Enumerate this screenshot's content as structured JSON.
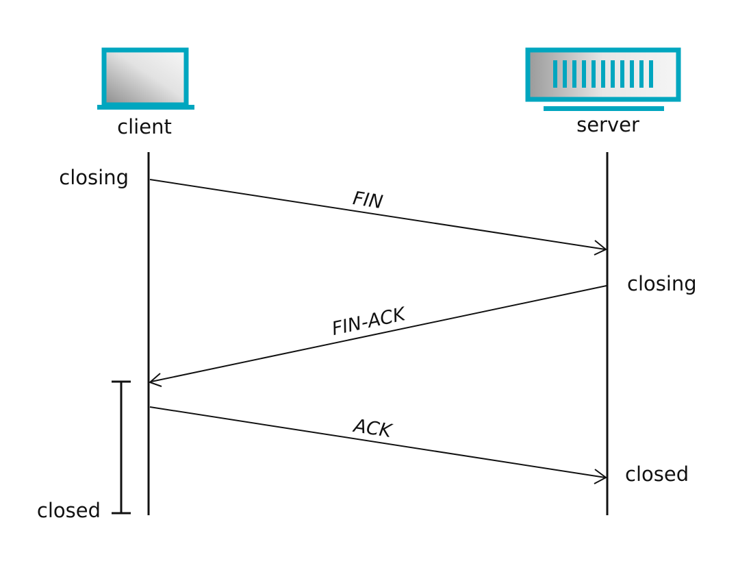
{
  "participants": {
    "client": {
      "label": "client",
      "icon": "laptop-icon"
    },
    "server": {
      "label": "server",
      "icon": "server-icon"
    }
  },
  "states": {
    "client_closing": "closing",
    "server_closing": "closing",
    "server_closed": "closed",
    "client_closed": "closed"
  },
  "messages": {
    "fin": "FIN",
    "fin_ack": "FIN-ACK",
    "ack": "ACK"
  },
  "colors": {
    "accent": "#00a6bf",
    "line": "#111111",
    "background": "#ffffff"
  }
}
